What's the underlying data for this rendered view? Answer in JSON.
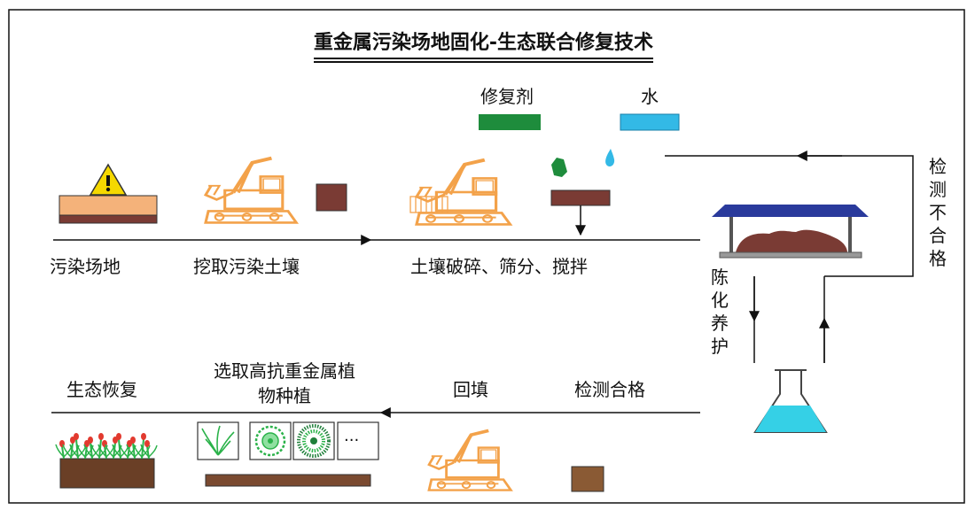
{
  "title": "重金属污染场地固化-生态联合修复技术",
  "reagents": {
    "remediation_agent": "修复剂",
    "water": "水"
  },
  "top_flow": {
    "contaminated_site": "污染场地",
    "excavate": "挖取污染土壤",
    "crush_sieve_mix": "土壤破碎、筛分、搅拌"
  },
  "right_loop": {
    "curing": "陈化养护",
    "test_failed": "检测不合格"
  },
  "bottom_flow": {
    "test_passed": "检测合格",
    "backfill": "回填",
    "select_plants": "选取高抗重金属植物种植",
    "eco_restoration": "生态恢复"
  },
  "plant_tiles": [
    {
      "icon": "grass-icon"
    },
    {
      "icon": "moss-icon"
    },
    {
      "icon": "fern-rosette-icon"
    },
    {
      "icon": "ellipsis-icon",
      "text": "···"
    }
  ],
  "colors": {
    "remediation_agent": "#1e8c3c",
    "water": "#33b9e6",
    "soil_contaminated": "#7a3b34",
    "soil_clean": "#8a5a34",
    "site_top": "#f4b27a",
    "excavator": "#f3a24a",
    "shed_roof": "#2a3a9c",
    "flask_liquid": "#35d0e6",
    "warning": "#f5d800",
    "plant_green": "#2bb24a",
    "flower_red": "#e23a2f"
  }
}
